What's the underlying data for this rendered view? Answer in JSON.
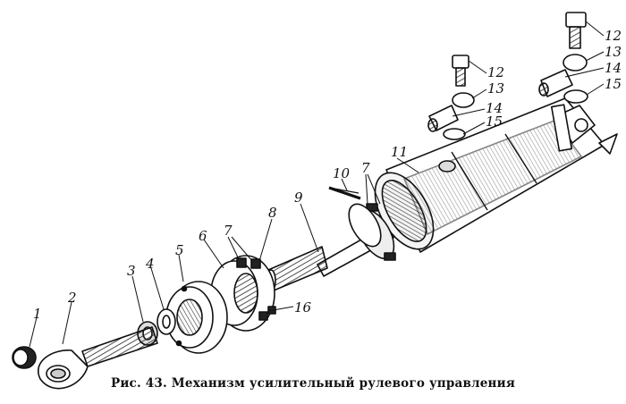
{
  "caption": "Рис. 43. Механизм усилительный рулевого управления",
  "callouts": {
    "l1": "1",
    "l2": "2",
    "l3": "3",
    "l4": "4",
    "l5": "5",
    "l6": "6",
    "l7a": "7",
    "l7b": "7",
    "l8": "8",
    "l9": "9",
    "l10": "10",
    "l11": "11",
    "l12a": "12",
    "l12b": "12",
    "l13a": "13",
    "l13b": "13",
    "l14a": "14",
    "l14b": "14",
    "l15a": "15",
    "l15b": "15",
    "l16": "16"
  }
}
